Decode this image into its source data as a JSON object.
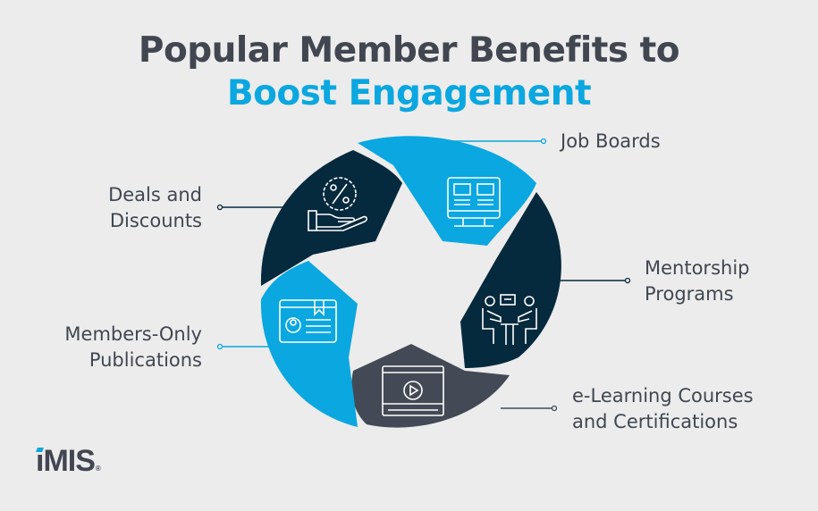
{
  "title": {
    "line1": "Popular Member Benefits to",
    "line2": "Boost Engagement"
  },
  "colors": {
    "background": "#ececec",
    "text": "#414651",
    "blue": "#0aa7e0",
    "navy": "#05293d",
    "slate": "#434a55"
  },
  "segments": [
    {
      "label_line1": "Job Boards",
      "label_line2": "",
      "icon": "monitor-job-board-icon",
      "color": "#0aa7e0"
    },
    {
      "label_line1": "Mentorship",
      "label_line2": "Programs",
      "icon": "mentorship-meeting-icon",
      "color": "#05293d"
    },
    {
      "label_line1": "e-Learning Courses",
      "label_line2": "and Certifications",
      "icon": "video-player-icon",
      "color": "#434a55"
    },
    {
      "label_line1": "Members-Only",
      "label_line2": "Publications",
      "icon": "member-card-icon",
      "color": "#0aa7e0"
    },
    {
      "label_line1": "Deals and",
      "label_line2": "Discounts",
      "icon": "hand-discount-icon",
      "color": "#05293d"
    }
  ],
  "logo": {
    "text": "iMIS",
    "reg": "®"
  }
}
